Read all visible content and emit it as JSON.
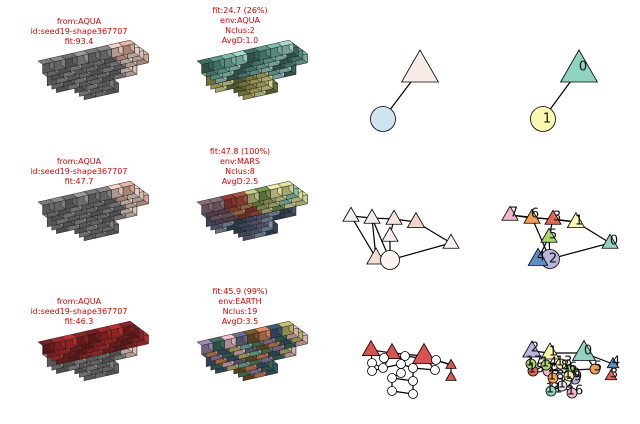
{
  "panels": [
    {
      "caption": [
        "from:AQUA",
        "id:seed19-shape367707",
        "fit:93.4"
      ]
    },
    {
      "caption": [
        "fit:24.7 (26%)",
        "env:AQUA",
        "Nclus:2",
        "AvgD:1.0"
      ]
    },
    {
      "caption": [
        "from:AQUA",
        "id:seed19-shape367707",
        "fit:47.7"
      ]
    },
    {
      "caption": [
        "fit:47.8 (100%)",
        "env:MARS",
        "Nclus:8",
        "AvgD:2.5"
      ]
    },
    {
      "caption": [
        "from:AQUA",
        "id:seed19-shape367707",
        "fit:46.3"
      ]
    },
    {
      "caption": [
        "fit:45.9 (99%)",
        "env:EARTH",
        "Nclus:19",
        "AvgD:3.5"
      ]
    }
  ],
  "graph_node_labels": {
    "row1": [
      "0",
      "1"
    ],
    "row2": [
      "0",
      "1",
      "2",
      "3",
      "4",
      "5",
      "6",
      "7"
    ],
    "row3": [
      "0",
      "1",
      "2",
      "3",
      "4",
      "5",
      "6",
      "7",
      "8",
      "9",
      "10",
      "11",
      "12",
      "13",
      "14",
      "15",
      "16",
      "17",
      "18"
    ]
  },
  "colors": {
    "caption_text": "#e00000",
    "edge": "#000000",
    "aqua_teal": "#8fd3c0",
    "aqua_yellow": "#fbf8b0",
    "red": "#d9534f"
  }
}
